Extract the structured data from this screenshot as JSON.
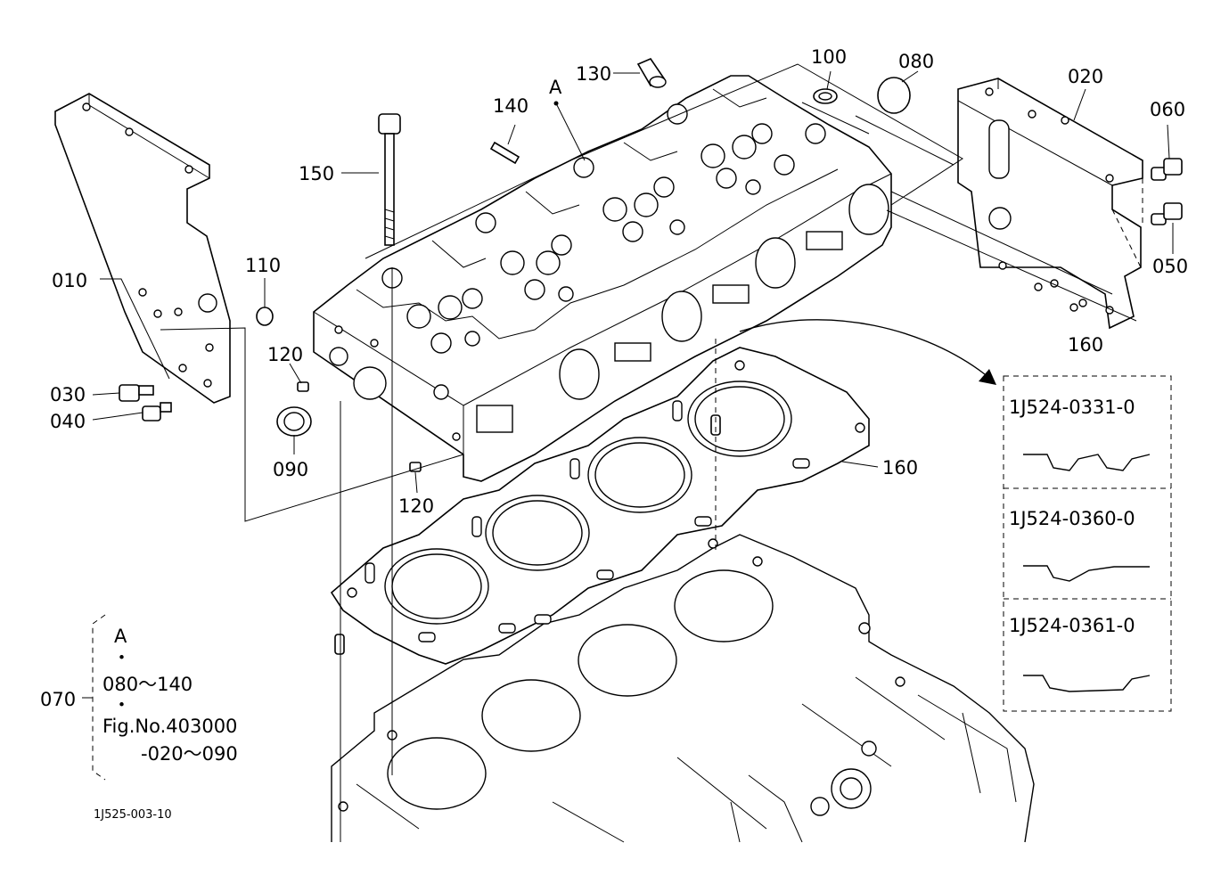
{
  "callouts": {
    "c010": "010",
    "c020": "020",
    "c030": "030",
    "c040": "040",
    "c050": "050",
    "c060": "060",
    "c080": "080",
    "c090": "090",
    "c100": "100",
    "c110": "110",
    "c120a": "120",
    "c120b": "120",
    "c130": "130",
    "c140": "140",
    "c150": "150",
    "c160a": "160",
    "c160b": "160",
    "refA": "A"
  },
  "gasket_variants": [
    "1J524-0331-0",
    "1J524-0360-0",
    "1J524-0361-0"
  ],
  "kit_note": {
    "label": "070",
    "line1": "A",
    "dot1": "・",
    "line2": "080～140",
    "dot2": "・",
    "line3": "Fig.No.403000",
    "line4": "-020～090"
  },
  "figure_code": "1J525-003-10"
}
